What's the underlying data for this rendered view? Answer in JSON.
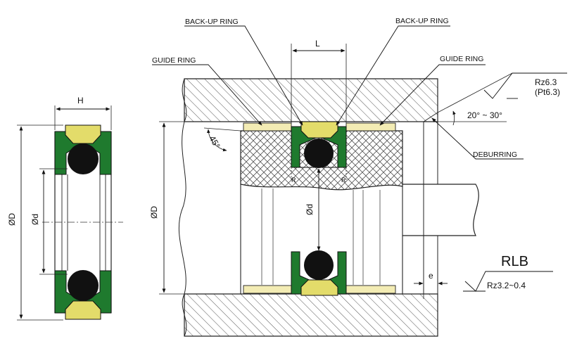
{
  "callouts": {
    "backup_ring_left": "BACK-UP RING",
    "backup_ring_right": "BACK-UP RING",
    "guide_ring_left": "GUIDE RING",
    "guide_ring_right": "GUIDE RING",
    "deburring": "DEBURRING"
  },
  "dimensions": {
    "H": "H",
    "L": "L",
    "od_left": "ØD",
    "id_left": "Ød",
    "od_main": "ØD",
    "id_main": "Ød",
    "e": "e",
    "angle_45": "45°",
    "angle_range": "20° ~ 30°",
    "r_left": "R",
    "r_right": "R"
  },
  "surface": {
    "rz_top_line1": "Rz6.3",
    "rz_top_line2": "(Pt6.3)",
    "rz_bottom": "Rz3.2~0.4"
  },
  "model_code": "RLB",
  "colors": {
    "seal_green": "#1f7a2e",
    "ring_yellow": "#e3dc6a",
    "guide_cream": "#f3ecb4",
    "oring_black": "#111111",
    "line": "#222222"
  }
}
